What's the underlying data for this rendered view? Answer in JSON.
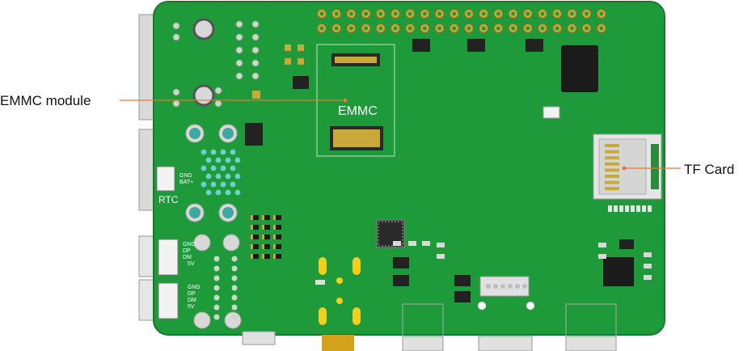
{
  "callouts": {
    "emmc_module": "EMMC module",
    "tf_card": "TF Card"
  },
  "board": {
    "emmc_silk": "EMMC",
    "rtc_silk": "RTC",
    "rtc_pins": [
      "GND",
      "BAT+"
    ],
    "usb_top_pins": [
      "GND",
      "DP",
      "DM",
      "5V"
    ],
    "usb_bottom_pins": [
      "GND",
      "DP",
      "DM",
      "5V"
    ]
  },
  "colors": {
    "pcb": "#1f9a3a",
    "callout_line": "#e07b39",
    "pad_gold": "#c8a93a"
  }
}
